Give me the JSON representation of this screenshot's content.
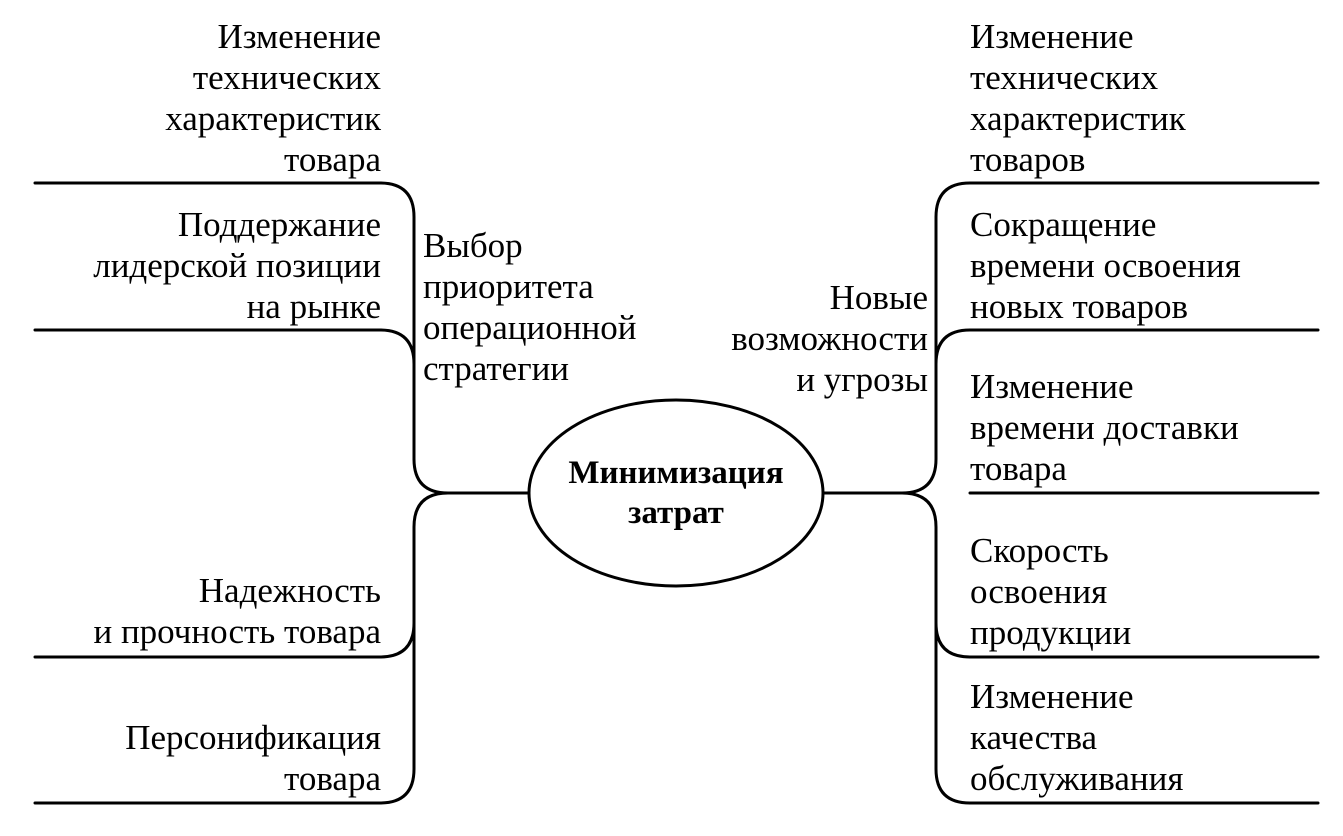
{
  "center": {
    "label": "Минимизация\nзатрат"
  },
  "left_group": {
    "label": "Выбор\nприоритета\nоперационной\nстратегии"
  },
  "right_group": {
    "label": "Новые\nвозможности\nи угрозы"
  },
  "left_items": [
    {
      "label": "Изменение\nтехнических\nхарактеристик\nтовара"
    },
    {
      "label": "Поддержание\nлидерской позиции\nна рынке"
    },
    {
      "label": "Надежность\nи прочность товара"
    },
    {
      "label": "Персонификация\nтовара"
    }
  ],
  "right_items": [
    {
      "label": "Изменение\nтехнических\nхарактеристик\nтоваров"
    },
    {
      "label": "Сокращение\nвремени освоения\nновых товаров"
    },
    {
      "label": "Изменение\nвремени доставки\nтовара"
    },
    {
      "label": "Скорость\nосвоения\nпродукции"
    },
    {
      "label": "Изменение\nкачества\nобслуживания"
    }
  ],
  "colors": {
    "ink": "#000000",
    "background": "#ffffff"
  }
}
